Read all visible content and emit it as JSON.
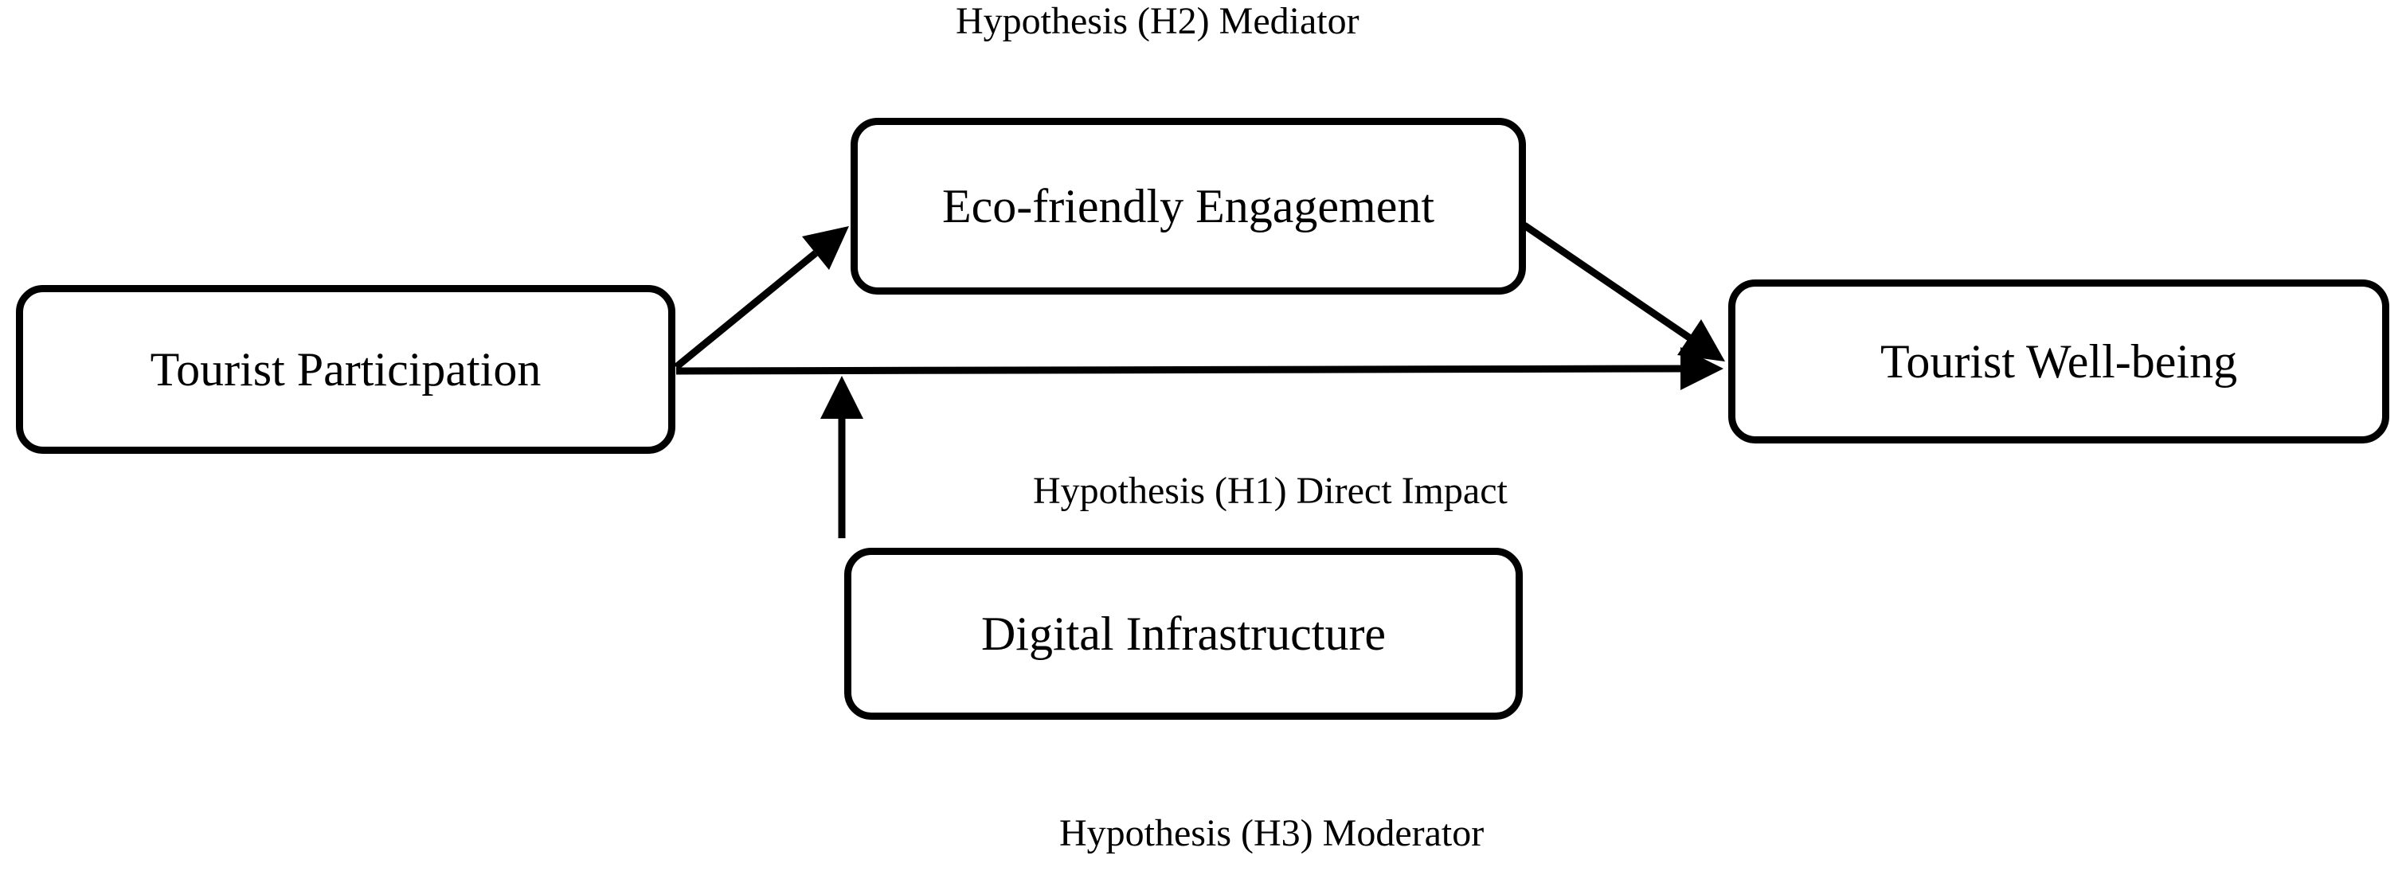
{
  "canvas": {
    "background_color": "#ffffff",
    "ink_color": "#000000"
  },
  "labels": {
    "mediator": "Hypothesis (H2) Mediator",
    "direct": "Hypothesis (H1) Direct Impact",
    "moderator": "Hypothesis (H3) Moderator"
  },
  "nodes": {
    "tourist_participation": {
      "label": "Tourist Participation"
    },
    "eco_friendly_engagement": {
      "label": "Eco-friendly Engagement"
    },
    "tourist_well_being": {
      "label": "Tourist Well-being"
    },
    "digital_infrastructure": {
      "label": "Digital Infrastructure"
    }
  },
  "edges": [
    {
      "from": "tourist_participation",
      "to": "eco_friendly_engagement",
      "part_of": "mediated path (H2)"
    },
    {
      "from": "eco_friendly_engagement",
      "to": "tourist_well_being",
      "part_of": "mediated path (H2)"
    },
    {
      "from": "tourist_participation",
      "to": "tourist_well_being",
      "part_of": "direct path (H1)"
    },
    {
      "from": "digital_infrastructure",
      "to": "direct path arrow",
      "part_of": "moderation (H3)"
    }
  ]
}
